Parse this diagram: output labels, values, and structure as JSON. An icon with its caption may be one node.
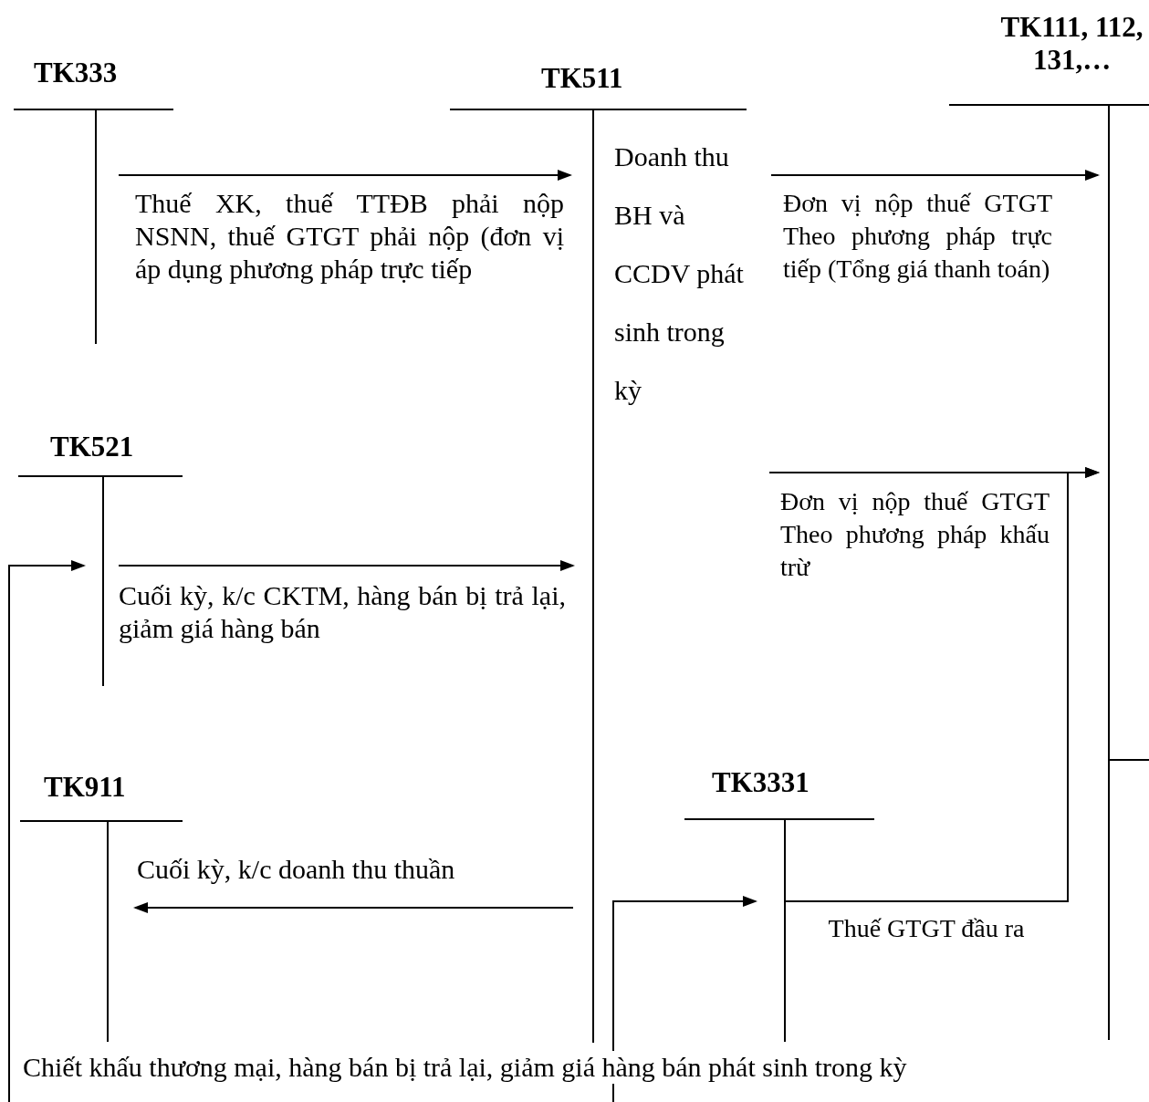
{
  "diagram": {
    "nodes": [
      {
        "text": [
          "TK333"
        ]
      },
      {
        "text": [
          "TK511",
          "Doanh thu BH và CCDV phát sinh trong kỳ"
        ]
      },
      {
        "text": [
          "TK111, 112, 131,…"
        ]
      },
      {
        "text": [
          "TK521"
        ]
      },
      {
        "text": [
          "TK911"
        ]
      },
      {
        "text": [
          "TK3331"
        ]
      }
    ],
    "edges": [
      {
        "from": 0,
        "to": 1,
        "arrow": "to",
        "label": "Thuế XK, thuế TTĐB phải nộp NSNN, thuế GTGT phải nộp (đơn vị áp dụng phương pháp trực tiếp"
      },
      {
        "from": 1,
        "to": 2,
        "arrow": "to",
        "label": "Đơn vị nộp thuế GTGT Theo phương pháp trực tiếp (Tổng giá thanh toán)"
      },
      {
        "from": 1,
        "to": 2,
        "arrow": "to",
        "label": "Đơn vị nộp thuế GTGT Theo phương pháp khấu trừ"
      },
      {
        "from": 5,
        "to": 2,
        "arrow": "to",
        "label": "Thuế GTGT đầu ra"
      },
      {
        "from": 3,
        "to": 1,
        "arrow": "to",
        "label": "Cuối kỳ, k/c CKTM, hàng bán bị trả lại, giảm giá hàng bán"
      },
      {
        "from": 1,
        "to": 4,
        "arrow": "to",
        "label": "Cuối kỳ, k/c doanh thu thuần"
      },
      {
        "from": null,
        "to": 3,
        "arrow": "to"
      },
      {
        "from": null,
        "to": 5,
        "arrow": "to"
      }
    ],
    "labels": [
      "Chiết khấu thương mại, hàng bán bị trả lại, giảm giá hàng bán phát sinh trong kỳ"
    ]
  }
}
